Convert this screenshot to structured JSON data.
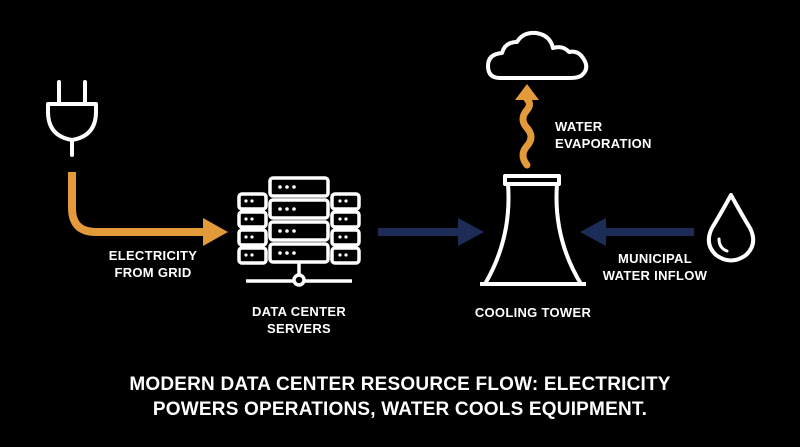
{
  "colors": {
    "background": "#000000",
    "electricity_arrow": "#E29A3B",
    "water_arrow": "#1C2C57",
    "icon": "#FFFFFF"
  },
  "nodes": {
    "plug": {
      "icon": "electric-plug-icon"
    },
    "servers": {
      "icon": "server-rack-icon",
      "label_line1": "DATA CENTER",
      "label_line2": "SERVERS"
    },
    "tower": {
      "icon": "cooling-tower-icon",
      "label": "COOLING TOWER"
    },
    "cloud": {
      "icon": "cloud-icon"
    },
    "drop": {
      "icon": "water-drop-icon"
    }
  },
  "flows": {
    "electricity": {
      "line1": "ELECTRICITY",
      "line2": "FROM GRID"
    },
    "evaporation": {
      "line1": "WATER",
      "line2": "EVAPORATION"
    },
    "inflow": {
      "line1": "MUNICIPAL",
      "line2": "WATER INFLOW"
    }
  },
  "caption": {
    "line1": "MODERN DATA CENTER RESOURCE FLOW: ELECTRICITY",
    "line2": "POWERS OPERATIONS, WATER COOLS EQUIPMENT."
  }
}
